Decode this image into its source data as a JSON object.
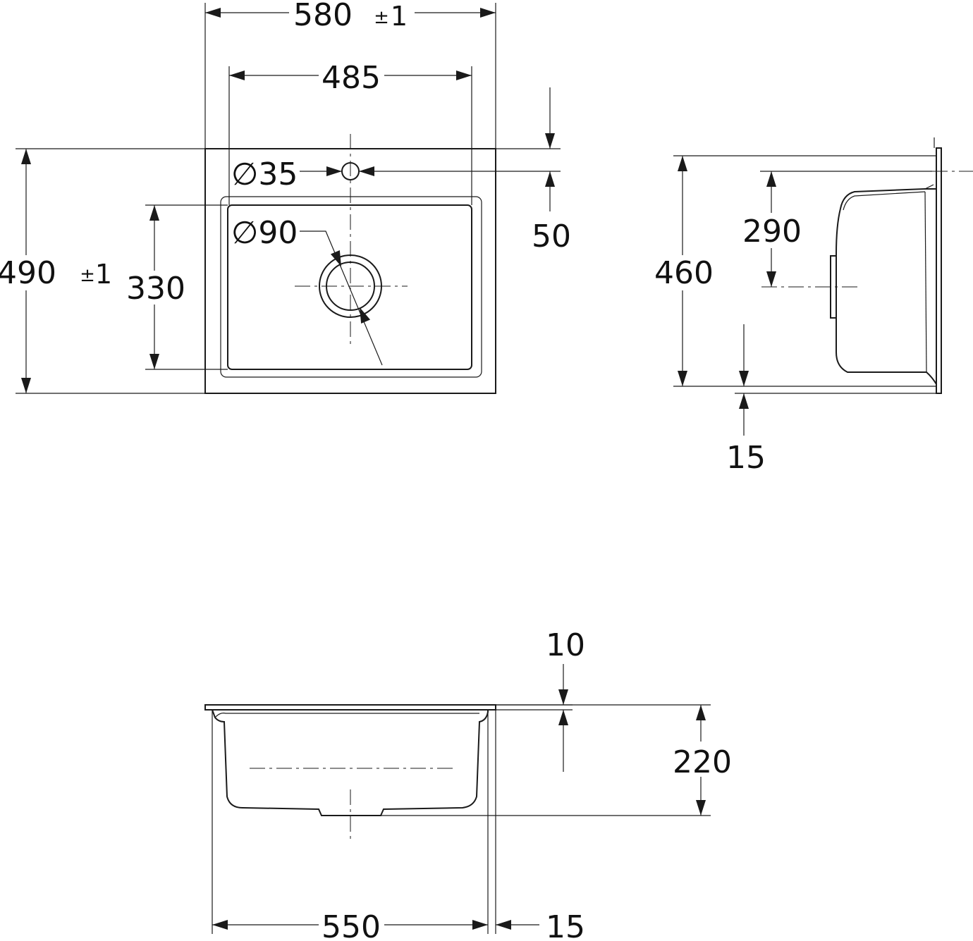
{
  "top_view": {
    "overall_width": "580",
    "overall_width_tol_sign": "±",
    "overall_width_tol_value": "1",
    "bowl_width": "485",
    "overall_depth": "490",
    "overall_depth_tol_sign": "±",
    "overall_depth_tol_value": "1",
    "bowl_depth": "330",
    "tap_hole": "∅35",
    "drain_hole": "∅90",
    "tap_offset": "50"
  },
  "side_view": {
    "depth": "460",
    "drain_position": "290",
    "rim_offset": "15"
  },
  "front_view": {
    "rim_thickness": "10",
    "bowl_height": "220",
    "bowl_width": "550",
    "edge_offset": "15"
  }
}
